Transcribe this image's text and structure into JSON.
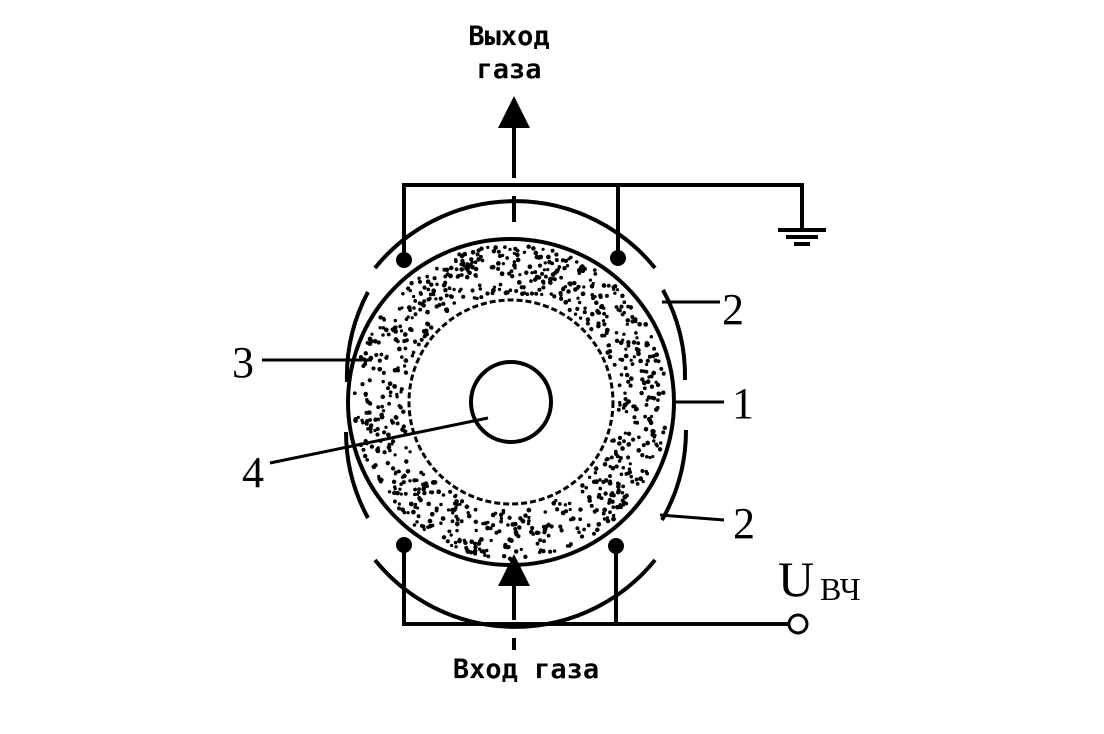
{
  "labels": {
    "gas_out_line1": "Выход",
    "gas_out_line2": "газа",
    "gas_in": "Вход газа",
    "voltage_main": "U",
    "voltage_sub": "ВЧ",
    "n1": "1",
    "n2_top": "2",
    "n2_bottom": "2",
    "n3": "3",
    "n4": "4"
  }
}
